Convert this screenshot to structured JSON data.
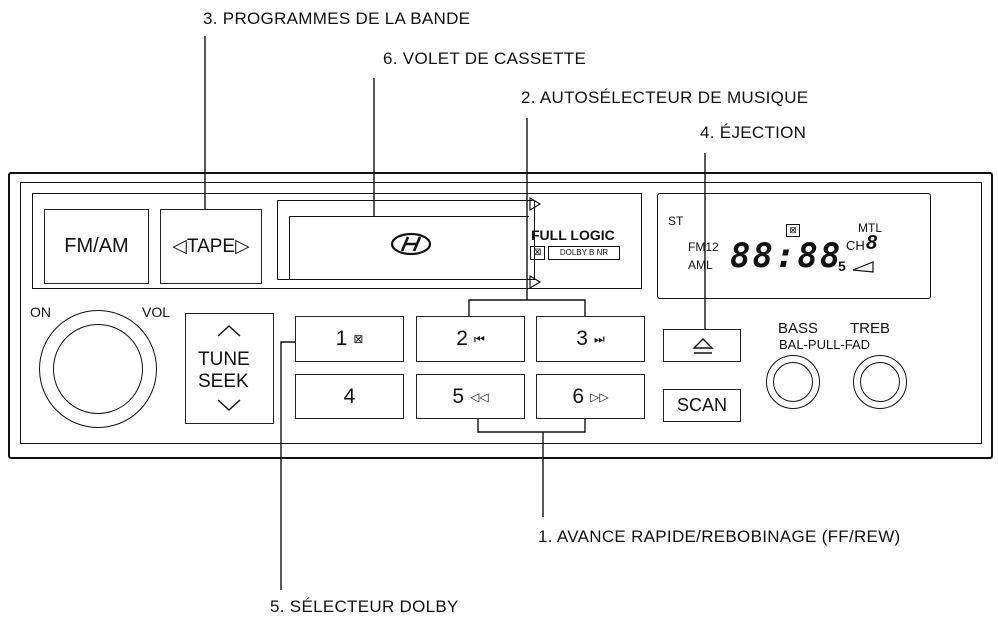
{
  "callouts": {
    "tape_programs": "3. PROGRAMMES DE LA BANDE",
    "cassette_door": "6. VOLET DE CASSETTE",
    "music_selector": "2. AUTOSÉLECTEUR DE MUSIQUE",
    "eject": "4. ÉJECTION",
    "ff_rew": "1. AVANCE RAPIDE/REBOBINAGE (FF/REW)",
    "dolby": "5. SÉLECTEUR DOLBY"
  },
  "radio": {
    "fm_am": "FM/AM",
    "tape": "◁TAPE▷",
    "full_logic": "FULL LOGIC",
    "dolby_nr": "DOLBY B NR",
    "on": "ON",
    "vol": "VOL",
    "tune": "TUNE",
    "seek": "SEEK",
    "scan": "SCAN",
    "bass": "BASS",
    "treb": "TREB",
    "bal_pull_fad": "BAL-PULL-FAD",
    "presets": [
      {
        "num": "1",
        "sym": "⊠"
      },
      {
        "num": "2",
        "sym": "⏮"
      },
      {
        "num": "3",
        "sym": "⏭"
      },
      {
        "num": "4",
        "sym": ""
      },
      {
        "num": "5",
        "sym": "◁◁"
      },
      {
        "num": "6",
        "sym": "▷▷"
      }
    ]
  },
  "display": {
    "st": "ST",
    "mtl": "MTL",
    "fm12": "FM12",
    "aml": "AML",
    "ch": "CH",
    "digits": "88:88",
    "ch_digit": "8",
    "small_digit": "5"
  }
}
